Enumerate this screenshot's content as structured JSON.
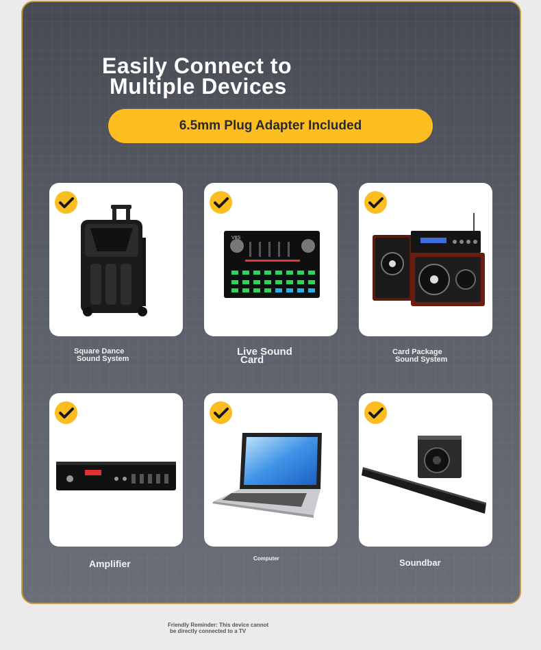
{
  "header": {
    "title_line1": "Easily Connect to",
    "title_line2": "Multiple Devices"
  },
  "badge": {
    "text": "6.5mm Plug Adapter Included"
  },
  "devices": [
    {
      "label_line1": "Square Dance",
      "label_line2": "Sound System"
    },
    {
      "label_line1": "Live Sound",
      "label_line2": "Card"
    },
    {
      "label_line1": "Card Package",
      "label_line2": "Sound System"
    },
    {
      "label_line1": "Amplifier",
      "label_line2": ""
    },
    {
      "label_line1": "Computer",
      "label_line2": ""
    },
    {
      "label_line1": "Soundbar",
      "label_line2": ""
    }
  ],
  "card_screen_brand": "V8S",
  "footer": {
    "reminder_line1": "Friendly Reminder: This device cannot",
    "reminder_line2": "be directly connected to a TV"
  },
  "colors": {
    "accent": "#fbbd20",
    "panel_border": "#c89b3c",
    "panel_bg": "#50535c"
  }
}
